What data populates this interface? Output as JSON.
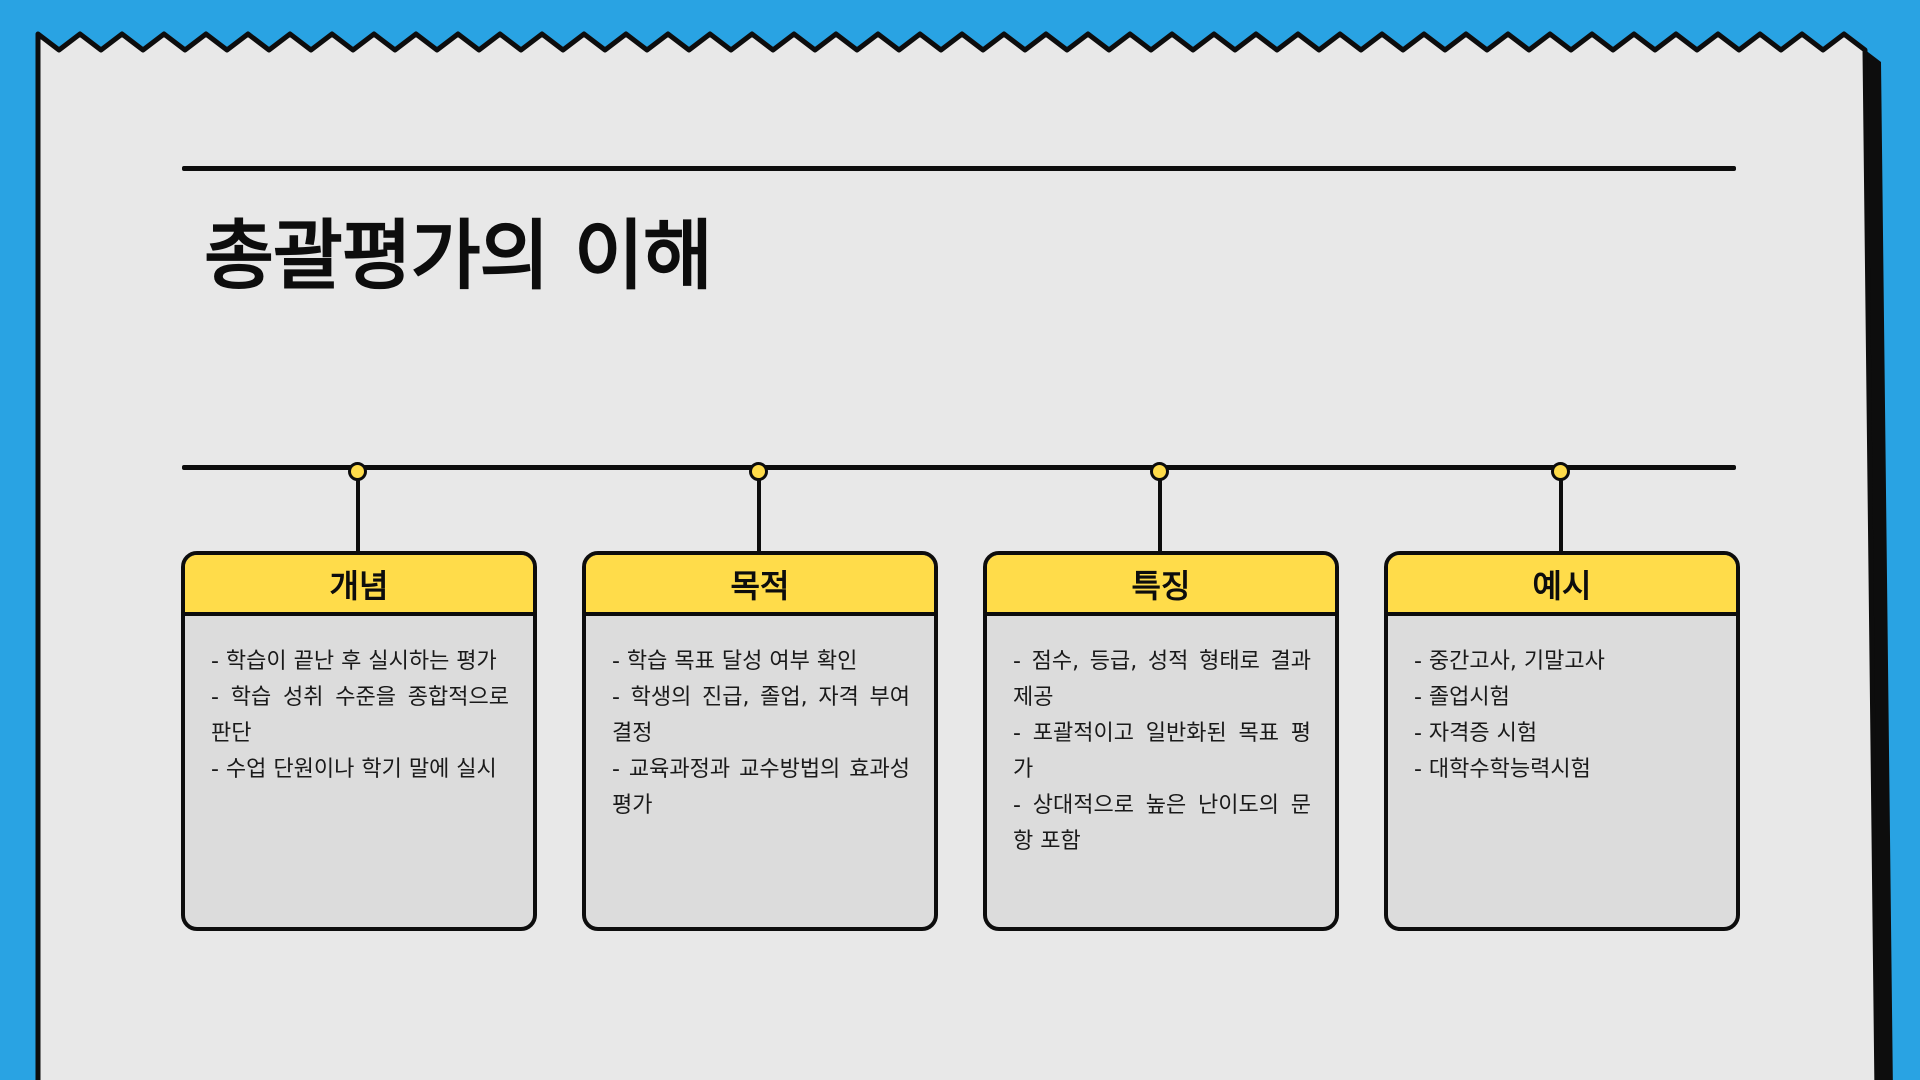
{
  "slide": {
    "title": "총괄평가의 이해",
    "colors": {
      "background_frame": "#29a3e3",
      "paper": "#e8e8e8",
      "card_header": "#ffdc4a",
      "card_body": "#dcdcdc",
      "ink": "#0d0d0d"
    }
  },
  "cards": [
    {
      "title": "개념",
      "lines": [
        "- 학습이 끝난 후 실시하는 평가",
        "- 학습 성취 수준을 종합적으로 판단",
        "- 수업 단원이나 학기 말에 실시"
      ]
    },
    {
      "title": "목적",
      "lines": [
        "- 학습 목표 달성 여부 확인",
        "- 학생의 진급, 졸업, 자격 부여 결정",
        "- 교육과정과 교수방법의 효과성 평가"
      ]
    },
    {
      "title": "특징",
      "lines": [
        "- 점수, 등급, 성적 형태로 결과 제공",
        "- 포괄적이고 일반화된 목표 평가",
        "- 상대적으로 높은 난이도의 문항 포함"
      ]
    },
    {
      "title": "예시",
      "lines": [
        "- 중간고사, 기말고사",
        "- 졸업시험",
        "- 자격증 시험",
        "- 대학수학능력시험"
      ]
    }
  ]
}
